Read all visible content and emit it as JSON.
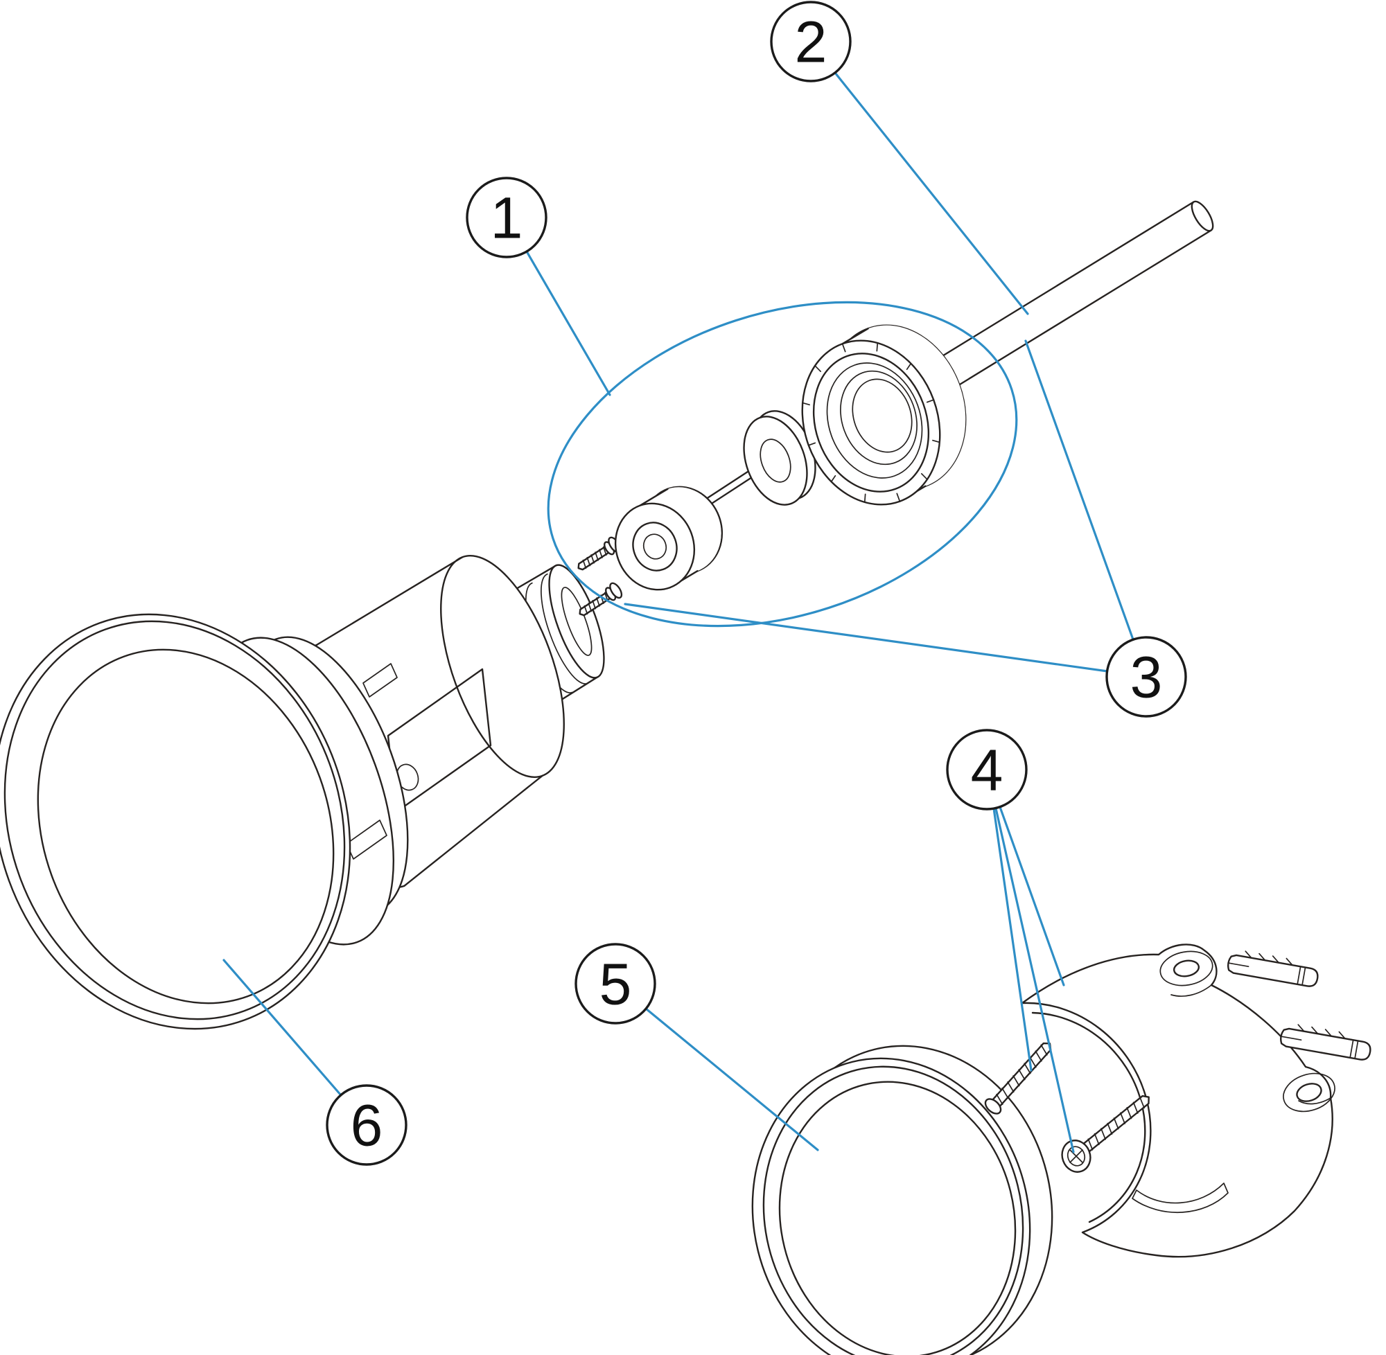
{
  "figure": {
    "type": "exploded-parts-diagram",
    "background": "#ffffff",
    "colors": {
      "ink": "#262220",
      "leader": "#2e8ec6"
    },
    "callouts": [
      {
        "label": "1"
      },
      {
        "label": "2"
      },
      {
        "label": "3"
      },
      {
        "label": "4"
      },
      {
        "label": "5"
      },
      {
        "label": "6"
      }
    ]
  }
}
